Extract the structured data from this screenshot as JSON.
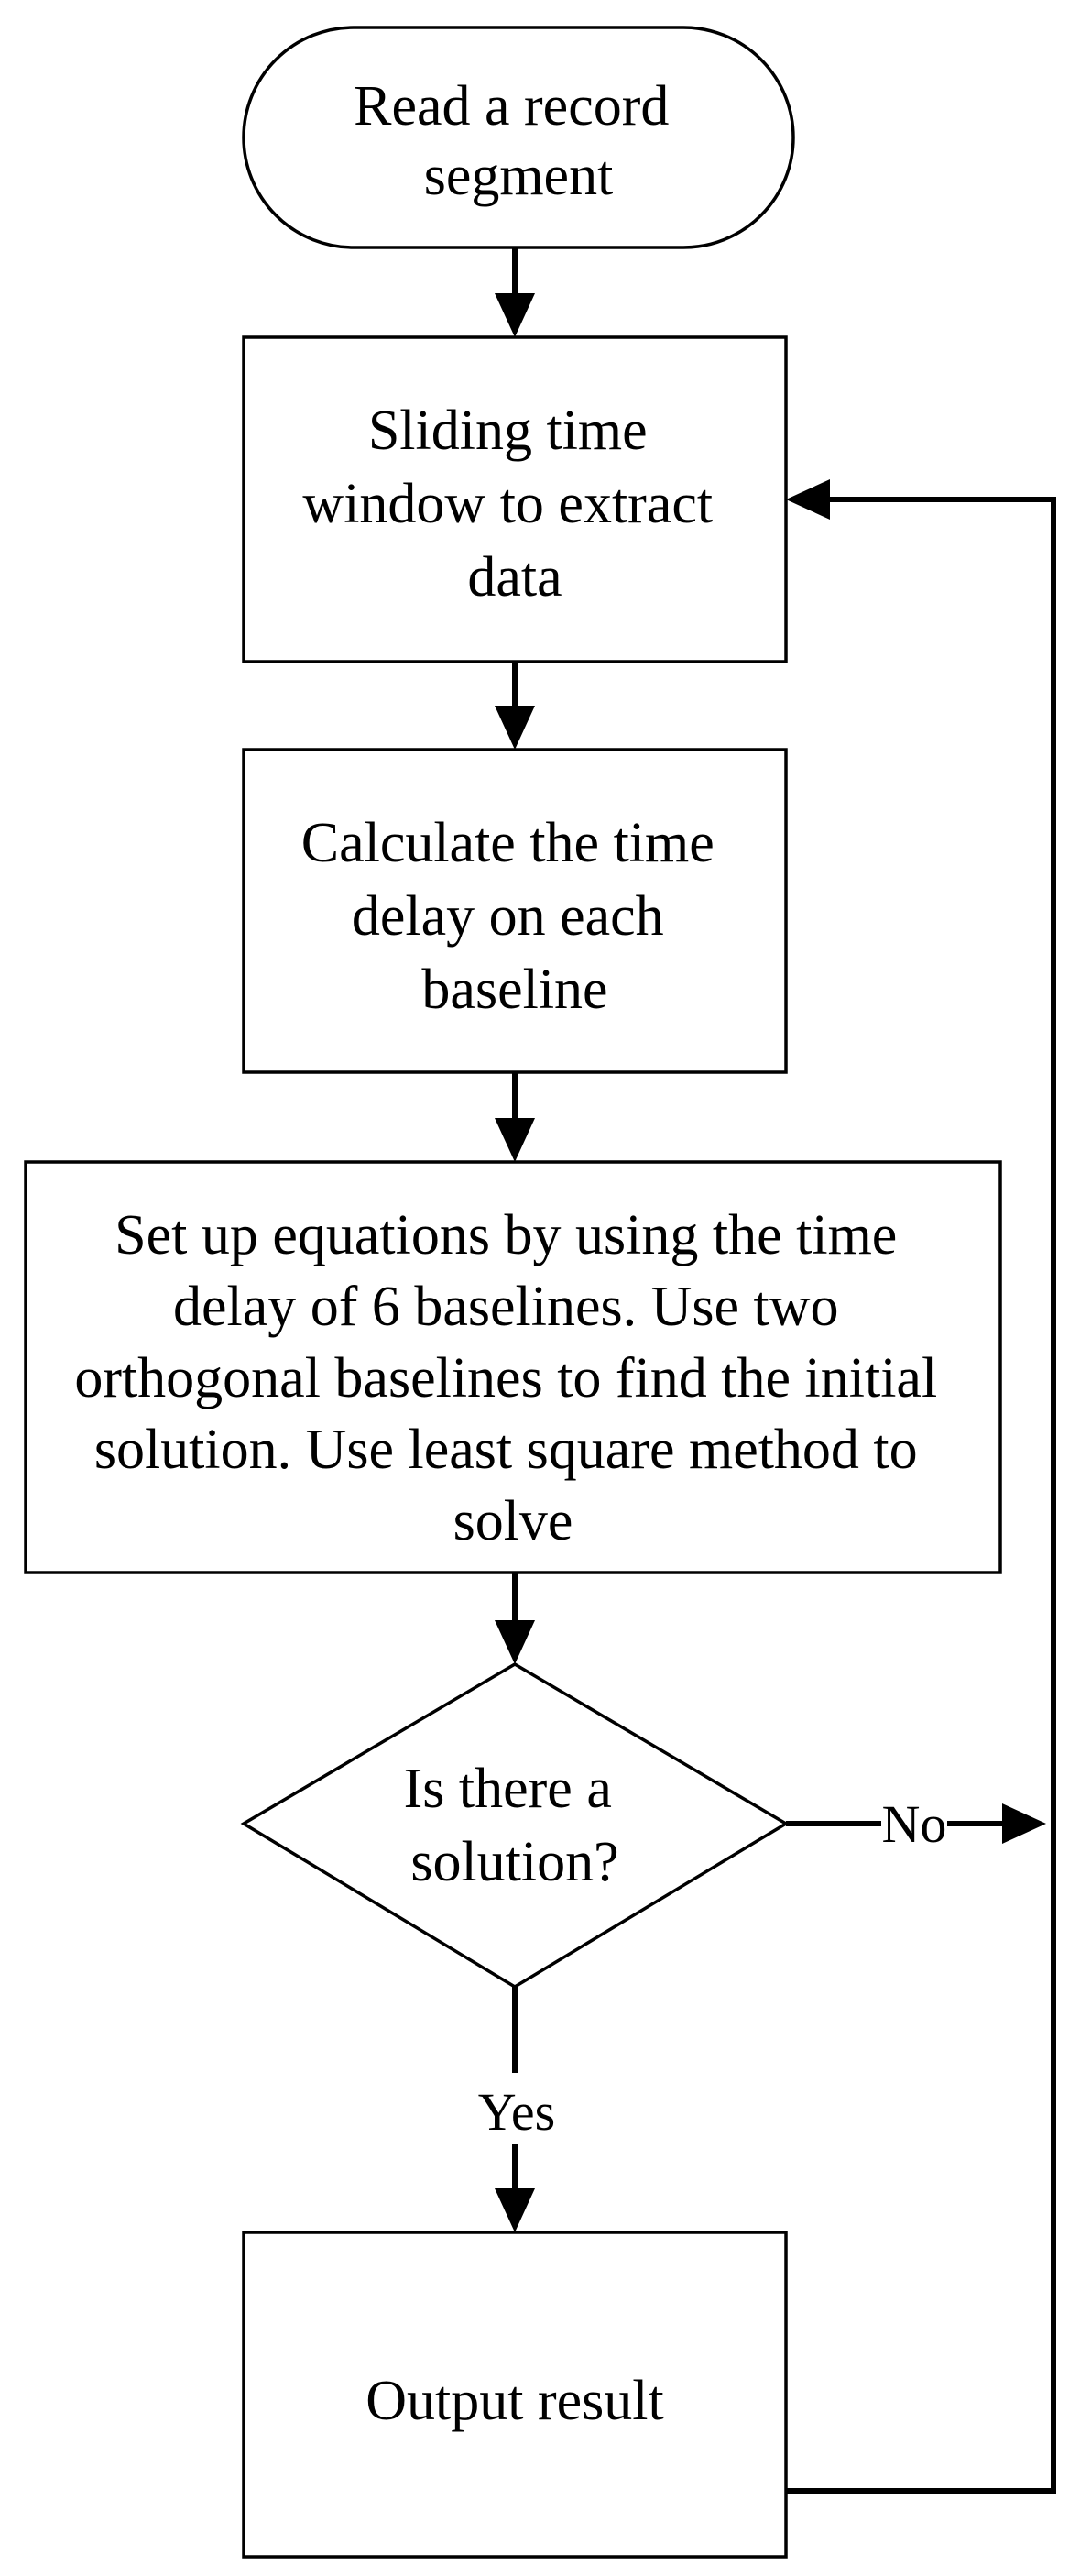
{
  "nodes": {
    "read": {
      "lines": [
        "Read a record",
        "segment"
      ]
    },
    "slide": {
      "lines": [
        "Sliding time",
        "window to extract",
        "data"
      ]
    },
    "calc": {
      "lines": [
        "Calculate the time",
        "delay on each",
        "baseline"
      ]
    },
    "setup": {
      "lines": [
        "Set up equations by using the time",
        "delay of 6 baselines.  Use two",
        "orthogonal baselines to find the initial",
        "solution. Use least square method to",
        "solve"
      ]
    },
    "decision": {
      "lines": [
        "Is there a",
        "solution?"
      ]
    },
    "output": {
      "lines": [
        "Output result"
      ]
    }
  },
  "edge_labels": {
    "no": "No",
    "yes": "Yes"
  }
}
